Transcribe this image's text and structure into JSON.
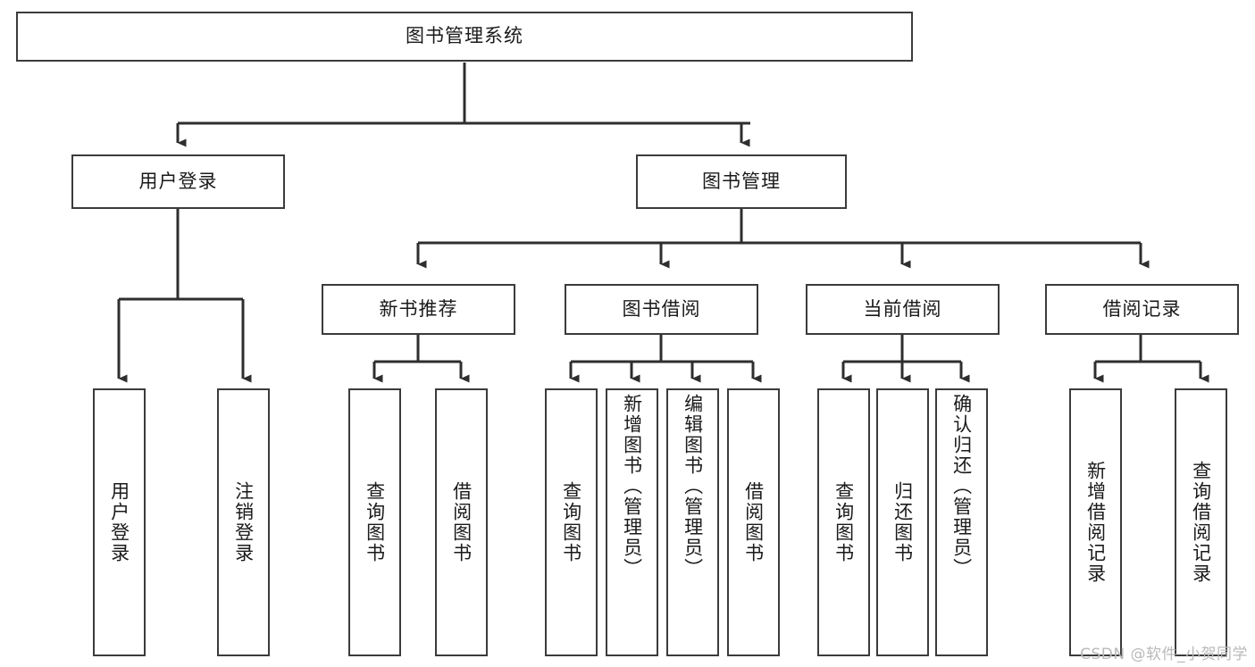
{
  "diagram": {
    "type": "tree",
    "title": "图书管理系统",
    "orientation": "top-down",
    "colors": {
      "background": "#ffffff",
      "box_border": "#3b3b3b",
      "box_fill": "#ffffff",
      "connector": "#2e2e2e",
      "text": "#1a1a1a",
      "watermark": "#b9b9b9"
    },
    "nodes": {
      "root": {
        "label": "图书管理系统"
      },
      "level1": [
        {
          "label": "用户登录"
        },
        {
          "label": "图书管理"
        }
      ],
      "level2": [
        {
          "label": "新书推荐"
        },
        {
          "label": "图书借阅"
        },
        {
          "label": "当前借阅"
        },
        {
          "label": "借阅记录"
        }
      ],
      "leaves": {
        "user_login": [
          {
            "label": "用户登录"
          },
          {
            "label": "注销登录"
          }
        ],
        "new_book_recommend": [
          {
            "label": "查询图书"
          },
          {
            "label": "借阅图书"
          }
        ],
        "book_borrow": [
          {
            "label": "查询图书"
          },
          {
            "label": "新增图书（管理员）"
          },
          {
            "label": "编辑图书（管理员）"
          },
          {
            "label": "借阅图书"
          }
        ],
        "current_borrow": [
          {
            "label": "查询图书"
          },
          {
            "label": "归还图书"
          },
          {
            "label": "确认归还（管理员）"
          }
        ],
        "borrow_record": [
          {
            "label": "新增借阅记录"
          },
          {
            "label": "查询借阅记录"
          }
        ]
      }
    }
  },
  "watermark": {
    "text": "CSDN @软件_小贺同学"
  }
}
